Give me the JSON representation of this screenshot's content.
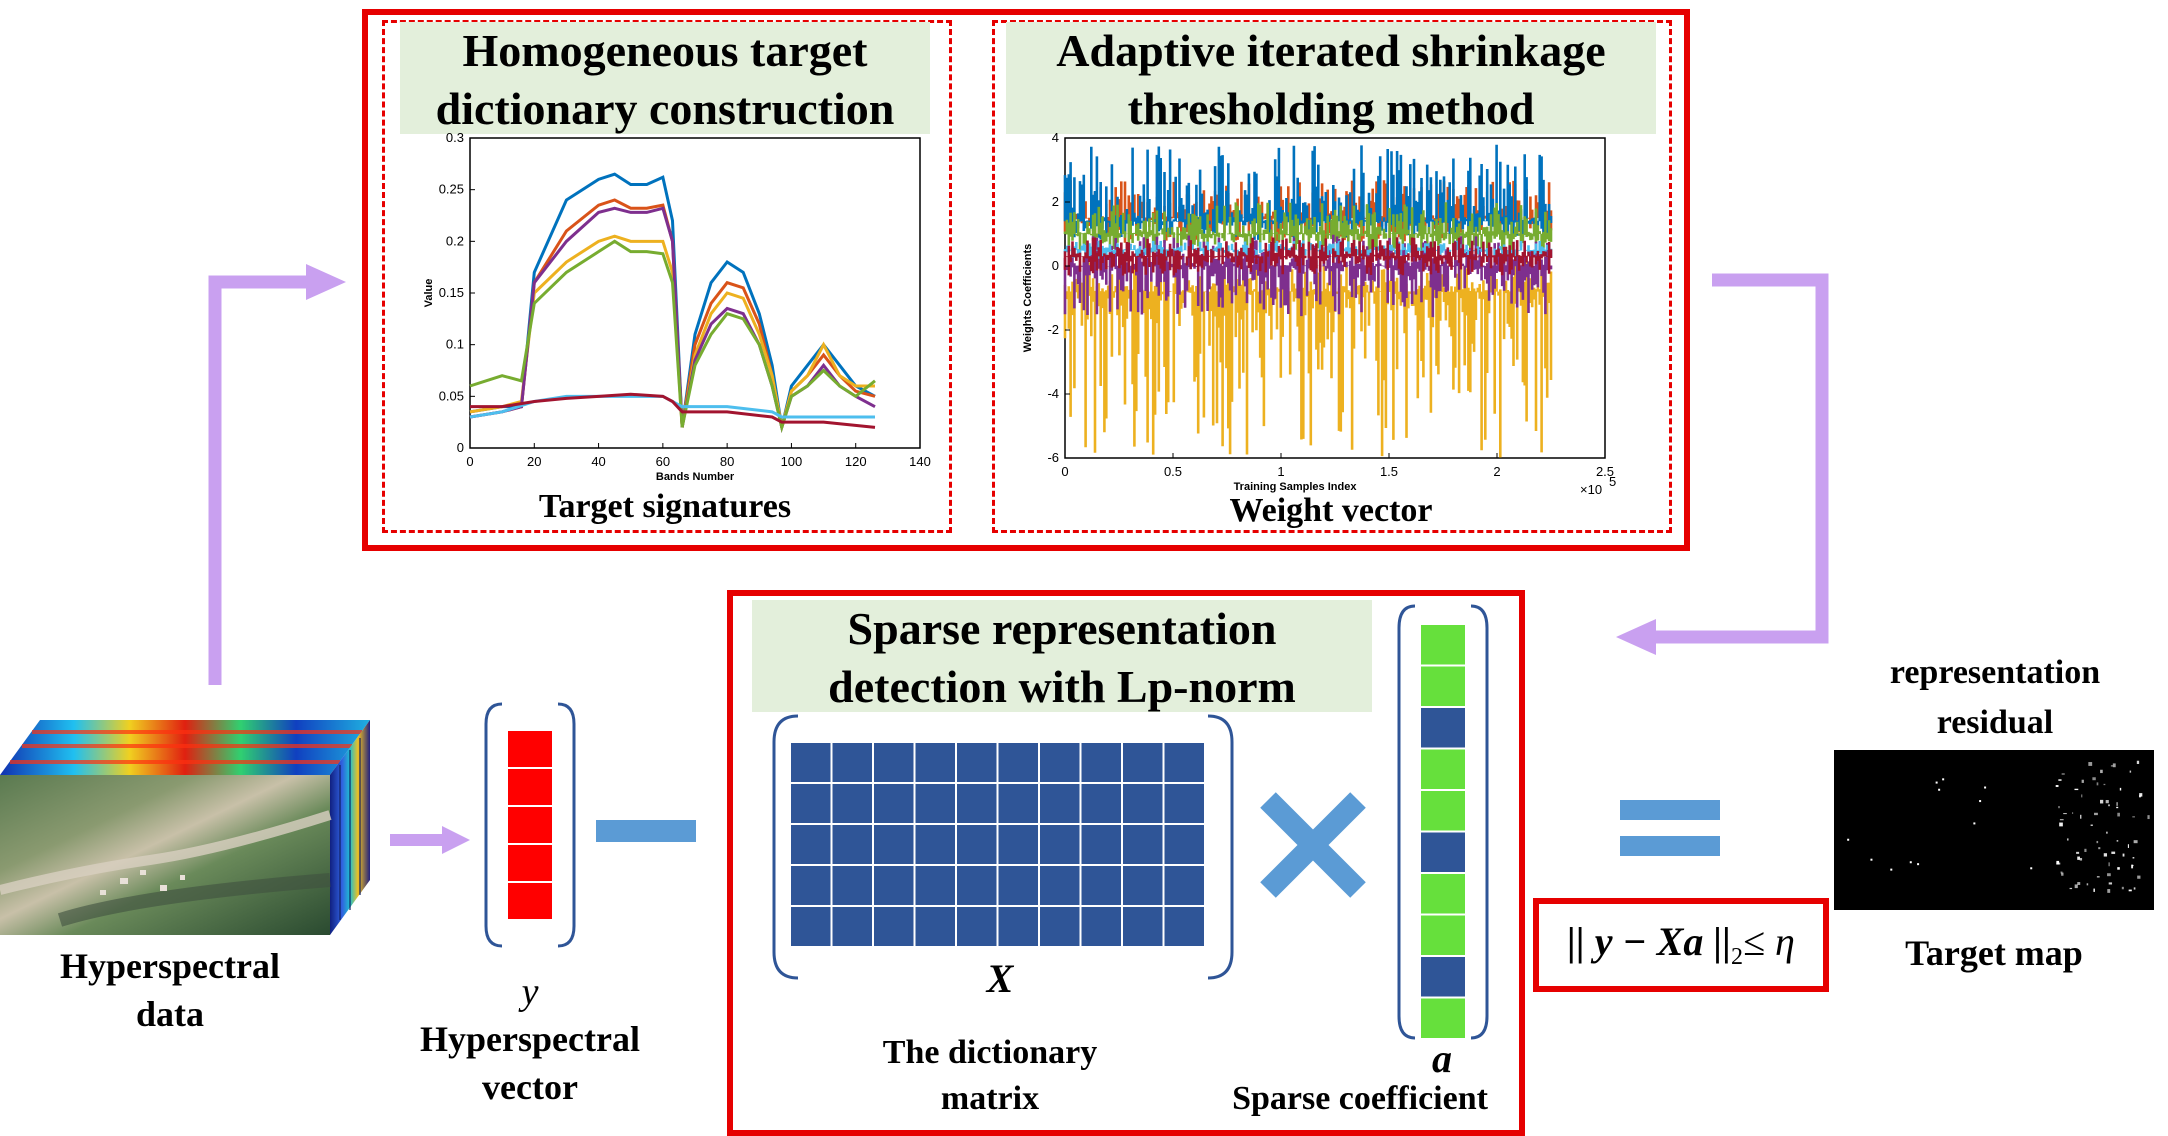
{
  "top_left_panel": {
    "title_line1": "Homogeneous target",
    "title_line2": "dictionary construction",
    "caption": "Target signatures"
  },
  "top_right_panel": {
    "title_line1": "Adaptive iterated shrinkage",
    "title_line2": "thresholding method",
    "caption": "Weight vector"
  },
  "middle_panel": {
    "title_line1": "Sparse representation",
    "title_line2": "detection with Lp-norm",
    "matrix_symbol": "X",
    "matrix_caption_line1": "The dictionary",
    "matrix_caption_line2": "matrix",
    "coef_symbol": "a",
    "coef_caption": "Sparse coefficient"
  },
  "hyperspectral_data": {
    "line1": "Hyperspectral",
    "line2": "data"
  },
  "vector": {
    "symbol": "y",
    "line1": "Hyperspectral",
    "line2": "vector"
  },
  "formula": {
    "left": "|| y − Xa ||",
    "sub": "2",
    "right": "≤ η"
  },
  "residual": {
    "line1": "representation",
    "line2": "residual",
    "caption": "Target map"
  },
  "colors": {
    "frame_red": "#e60000",
    "title_green": "#e3efdb",
    "arrow_purple": "#c9a0f0",
    "matrix_blue": "#2f5597",
    "coef_green": "#66e03c",
    "vector_red": "#ff0000",
    "operator_blue": "#5b9bd5"
  },
  "chart_data": [
    {
      "type": "line",
      "title": "",
      "xlabel": "Bands Number",
      "ylabel": "Value",
      "xlim": [
        0,
        140
      ],
      "ylim": [
        0,
        0.3
      ],
      "xticks": [
        "0",
        "20",
        "40",
        "60",
        "80",
        "100",
        "120",
        "140"
      ],
      "yticks": [
        "0",
        "0.05",
        "0.1",
        "0.15",
        "0.2",
        "0.25",
        "0.3"
      ],
      "series": [
        {
          "color": "#0072bd",
          "x": [
            0,
            10,
            16,
            20,
            30,
            40,
            45,
            50,
            55,
            60,
            63,
            66,
            70,
            75,
            80,
            85,
            90,
            94,
            97,
            100,
            105,
            110,
            115,
            120,
            126
          ],
          "y": [
            0.035,
            0.04,
            0.04,
            0.17,
            0.24,
            0.26,
            0.265,
            0.255,
            0.255,
            0.262,
            0.22,
            0.02,
            0.11,
            0.16,
            0.18,
            0.17,
            0.13,
            0.08,
            0.02,
            0.06,
            0.08,
            0.1,
            0.08,
            0.06,
            0.05
          ]
        },
        {
          "color": "#d95319",
          "x": [
            0,
            10,
            16,
            20,
            30,
            40,
            45,
            50,
            55,
            60,
            63,
            66,
            70,
            75,
            80,
            85,
            90,
            94,
            97,
            100,
            105,
            110,
            115,
            120,
            126
          ],
          "y": [
            0.03,
            0.035,
            0.04,
            0.16,
            0.21,
            0.235,
            0.24,
            0.232,
            0.232,
            0.235,
            0.2,
            0.02,
            0.1,
            0.14,
            0.16,
            0.155,
            0.12,
            0.07,
            0.02,
            0.055,
            0.07,
            0.09,
            0.07,
            0.055,
            0.05
          ]
        },
        {
          "color": "#edb120",
          "x": [
            0,
            10,
            16,
            20,
            30,
            40,
            45,
            50,
            55,
            60,
            63,
            66,
            70,
            75,
            80,
            85,
            90,
            94,
            97,
            100,
            105,
            110,
            115,
            120,
            126
          ],
          "y": [
            0.035,
            0.04,
            0.045,
            0.15,
            0.18,
            0.2,
            0.205,
            0.2,
            0.2,
            0.2,
            0.17,
            0.02,
            0.09,
            0.13,
            0.15,
            0.145,
            0.11,
            0.07,
            0.02,
            0.055,
            0.07,
            0.1,
            0.07,
            0.06,
            0.06
          ]
        },
        {
          "color": "#7e2f8e",
          "x": [
            0,
            10,
            16,
            20,
            30,
            40,
            45,
            50,
            55,
            60,
            63,
            66,
            70,
            75,
            80,
            85,
            90,
            94,
            97,
            100,
            105,
            110,
            115,
            120,
            126
          ],
          "y": [
            0.03,
            0.035,
            0.04,
            0.16,
            0.2,
            0.228,
            0.232,
            0.228,
            0.228,
            0.232,
            0.2,
            0.02,
            0.085,
            0.12,
            0.135,
            0.13,
            0.1,
            0.06,
            0.02,
            0.05,
            0.06,
            0.08,
            0.06,
            0.05,
            0.04
          ]
        },
        {
          "color": "#77ac30",
          "x": [
            0,
            10,
            16,
            20,
            30,
            40,
            45,
            50,
            55,
            60,
            63,
            66,
            70,
            75,
            80,
            85,
            90,
            94,
            97,
            100,
            105,
            110,
            115,
            120,
            126
          ],
          "y": [
            0.06,
            0.07,
            0.065,
            0.14,
            0.17,
            0.19,
            0.2,
            0.19,
            0.19,
            0.188,
            0.16,
            0.02,
            0.08,
            0.11,
            0.13,
            0.125,
            0.1,
            0.06,
            0.02,
            0.05,
            0.06,
            0.075,
            0.06,
            0.05,
            0.065
          ]
        },
        {
          "color": "#4dbeee",
          "x": [
            0,
            10,
            20,
            30,
            40,
            50,
            60,
            63,
            66,
            80,
            94,
            97,
            110,
            126
          ],
          "y": [
            0.03,
            0.035,
            0.045,
            0.05,
            0.05,
            0.05,
            0.05,
            0.045,
            0.04,
            0.04,
            0.035,
            0.03,
            0.03,
            0.03
          ]
        },
        {
          "color": "#a2142f",
          "x": [
            0,
            10,
            20,
            30,
            40,
            50,
            60,
            63,
            66,
            80,
            94,
            97,
            110,
            126
          ],
          "y": [
            0.04,
            0.04,
            0.045,
            0.048,
            0.05,
            0.052,
            0.05,
            0.045,
            0.035,
            0.035,
            0.03,
            0.025,
            0.025,
            0.02
          ]
        }
      ]
    },
    {
      "type": "line",
      "title": "",
      "xlabel": "Training Samples Index",
      "ylabel": "Weights Coefficients",
      "x_multiplier": "×10",
      "x_multiplier_exp": "5",
      "xlim": [
        0,
        2.5
      ],
      "ylim": [
        -6,
        4
      ],
      "xticks": [
        "0",
        "0.5",
        "1",
        "1.5",
        "2",
        "2.5"
      ],
      "yticks": [
        "-6",
        "-4",
        "-2",
        "0",
        "2",
        "4"
      ],
      "series": [
        {
          "color": "#edb120",
          "center": -0.8,
          "spread_up": 1.0,
          "spread_down": 5.2
        },
        {
          "color": "#d95319",
          "center": 1.5,
          "spread_up": 1.2,
          "spread_down": 0.8
        },
        {
          "color": "#0072bd",
          "center": 1.4,
          "spread_up": 2.4,
          "spread_down": 0.6
        },
        {
          "color": "#77ac30",
          "center": 1.0,
          "spread_up": 1.0,
          "spread_down": 0.6
        },
        {
          "color": "#7e2f8e",
          "center": 0.0,
          "spread_up": 1.0,
          "spread_down": 1.6
        },
        {
          "color": "#4dbeee",
          "center": 0.5,
          "spread_up": 0.3,
          "spread_down": 0.3
        },
        {
          "color": "#a2142f",
          "center": 0.3,
          "spread_up": 0.6,
          "spread_down": 0.6
        }
      ]
    }
  ]
}
